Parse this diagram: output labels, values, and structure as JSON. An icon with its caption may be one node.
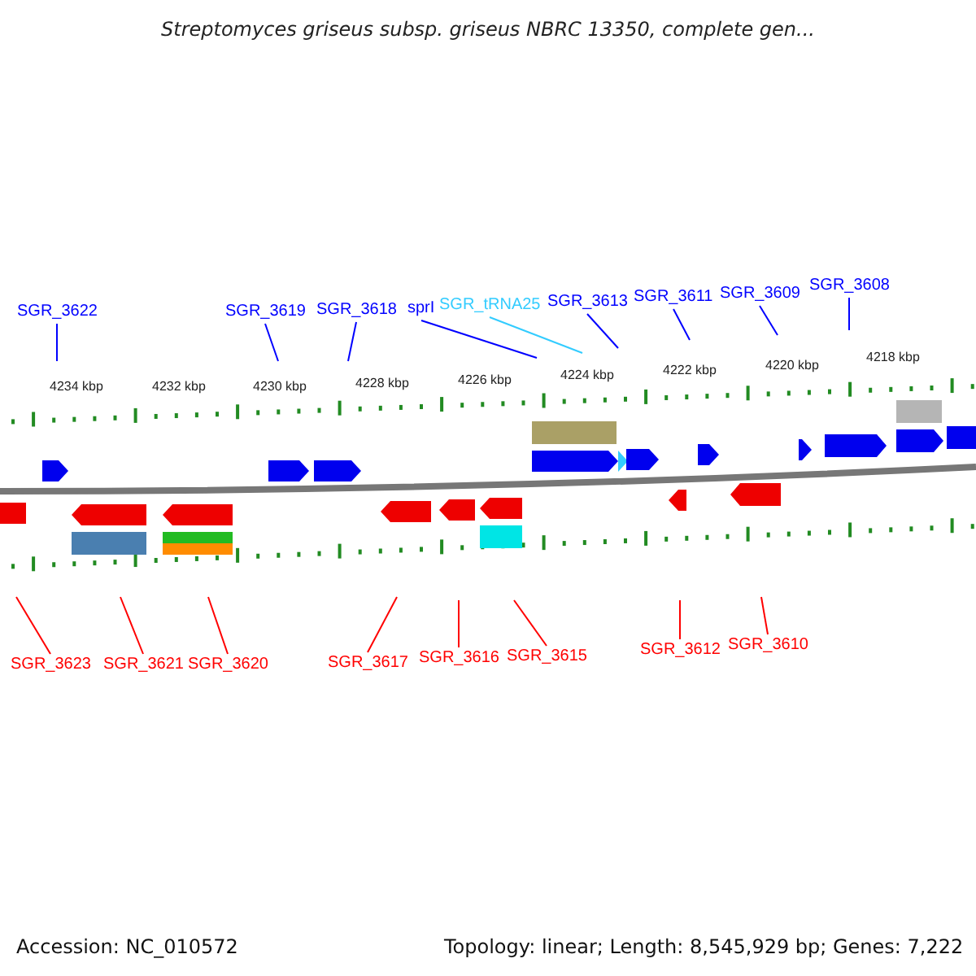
{
  "diagram": {
    "title": "Streptomyces griseus subsp. griseus NBRC 13350, complete gen...",
    "nodes": [
      {
        "text": [
          "SGR_3622"
        ]
      },
      {
        "text": [
          "SGR_3619"
        ]
      },
      {
        "text": [
          "SGR_3618"
        ]
      },
      {
        "text": [
          "sprI"
        ]
      },
      {
        "text": [
          "SGR_tRNA25"
        ]
      },
      {
        "text": [
          "SGR_3613"
        ]
      },
      {
        "text": [
          "SGR_3611"
        ]
      },
      {
        "text": [
          "SGR_3609"
        ]
      },
      {
        "text": [
          "SGR_3608"
        ]
      },
      {
        "text": [
          "SGR_3623"
        ]
      },
      {
        "text": [
          "SGR_3621"
        ]
      },
      {
        "text": [
          "SGR_3620"
        ]
      },
      {
        "text": [
          "SGR_3617"
        ]
      },
      {
        "text": [
          "SGR_3616"
        ]
      },
      {
        "text": [
          "SGR_3615"
        ]
      },
      {
        "text": [
          "SGR_3612"
        ]
      },
      {
        "text": [
          "SGR_3610"
        ]
      }
    ],
    "edges": [
      {
        "from": 0,
        "to": null,
        "arrow": "none",
        "color": "#0000ff"
      },
      {
        "from": 1,
        "to": null,
        "arrow": "none",
        "color": "#0000ff"
      },
      {
        "from": 2,
        "to": null,
        "arrow": "none",
        "color": "#0000ff"
      },
      {
        "from": 3,
        "to": null,
        "arrow": "none",
        "color": "#0000ff"
      },
      {
        "from": 4,
        "to": null,
        "arrow": "none",
        "color": "#33ccff"
      },
      {
        "from": 5,
        "to": null,
        "arrow": "none",
        "color": "#0000ff"
      },
      {
        "from": 6,
        "to": null,
        "arrow": "none",
        "color": "#0000ff"
      },
      {
        "from": 7,
        "to": null,
        "arrow": "none",
        "color": "#0000ff"
      },
      {
        "from": 8,
        "to": null,
        "arrow": "none",
        "color": "#0000ff"
      },
      {
        "from": 9,
        "to": null,
        "arrow": "none",
        "color": "#ff0000"
      },
      {
        "from": 10,
        "to": null,
        "arrow": "none",
        "color": "#ff0000"
      },
      {
        "from": 11,
        "to": null,
        "arrow": "none",
        "color": "#ff0000"
      },
      {
        "from": 12,
        "to": null,
        "arrow": "none",
        "color": "#ff0000"
      },
      {
        "from": 13,
        "to": null,
        "arrow": "none",
        "color": "#ff0000"
      },
      {
        "from": 14,
        "to": null,
        "arrow": "none",
        "color": "#ff0000"
      },
      {
        "from": 15,
        "to": null,
        "arrow": "none",
        "color": "#ff0000"
      },
      {
        "from": 16,
        "to": null,
        "arrow": "none",
        "color": "#ff0000"
      }
    ],
    "labels": [
      "4234 kbp",
      "4232 kbp",
      "4230 kbp",
      "4228 kbp",
      "4226 kbp",
      "4224 kbp",
      "4222 kbp",
      "4220 kbp",
      "4218 kbp",
      "Accession: NC_010572",
      "Topology: linear; Length: 8,545,929 bp; Genes: 7,222"
    ]
  }
}
